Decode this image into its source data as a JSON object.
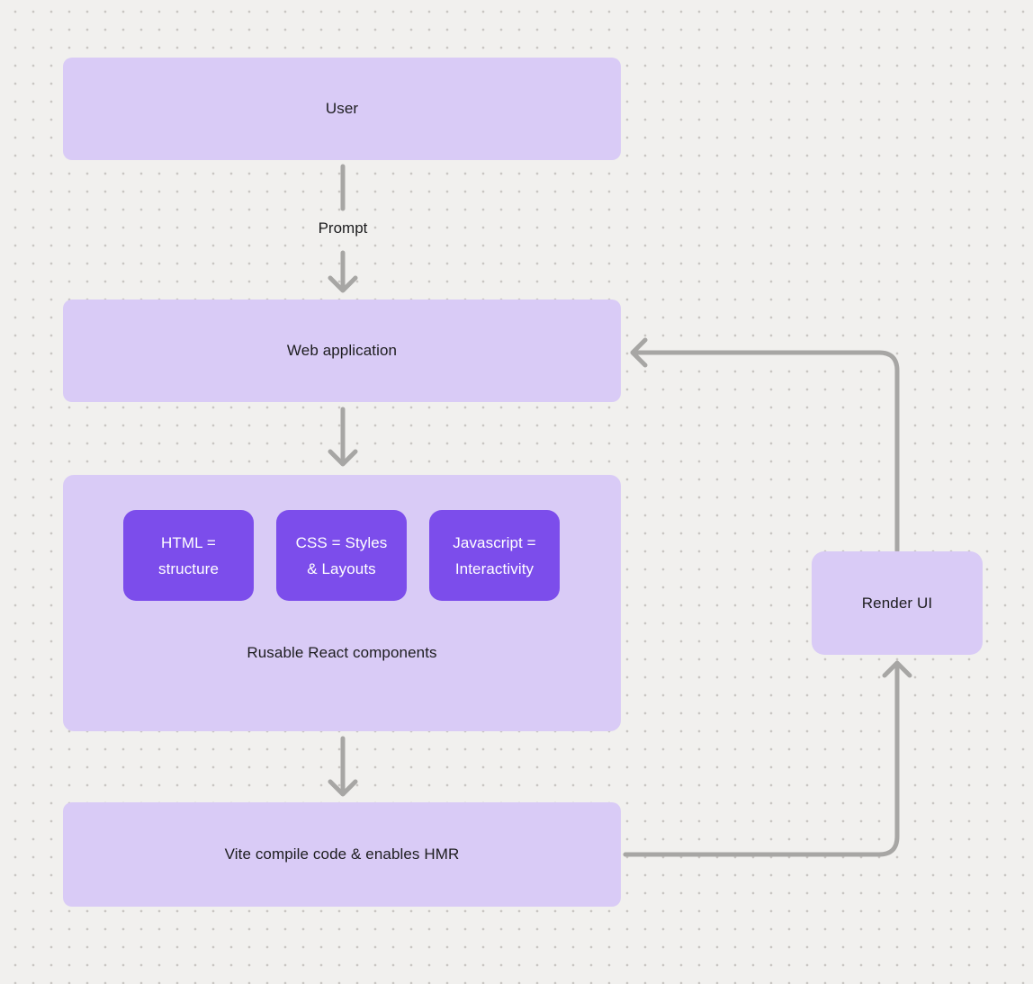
{
  "theme": {
    "background": "#f1f0ee",
    "dot_color": "#c9c6c3",
    "node_fill": "#d9cbf6",
    "node_text": "#1d1d1f",
    "accent_fill": "#7c4deb",
    "accent_text": "#ffffff",
    "arrow": "#a7a6a4"
  },
  "diagram": {
    "nodes": {
      "user": {
        "label": "User"
      },
      "web_application": {
        "label": "Web application"
      },
      "components_group": {
        "label": "Rusable React components",
        "children": [
          {
            "line1": "HTML =",
            "line2": "structure"
          },
          {
            "line1": "CSS = Styles",
            "line2": "& Layouts"
          },
          {
            "line1": "Javascript =",
            "line2": "Interactivity"
          }
        ]
      },
      "vite": {
        "label": "Vite compile code & enables HMR"
      },
      "render_ui": {
        "label": "Render UI"
      }
    },
    "edges": {
      "prompt_label": "Prompt"
    }
  }
}
